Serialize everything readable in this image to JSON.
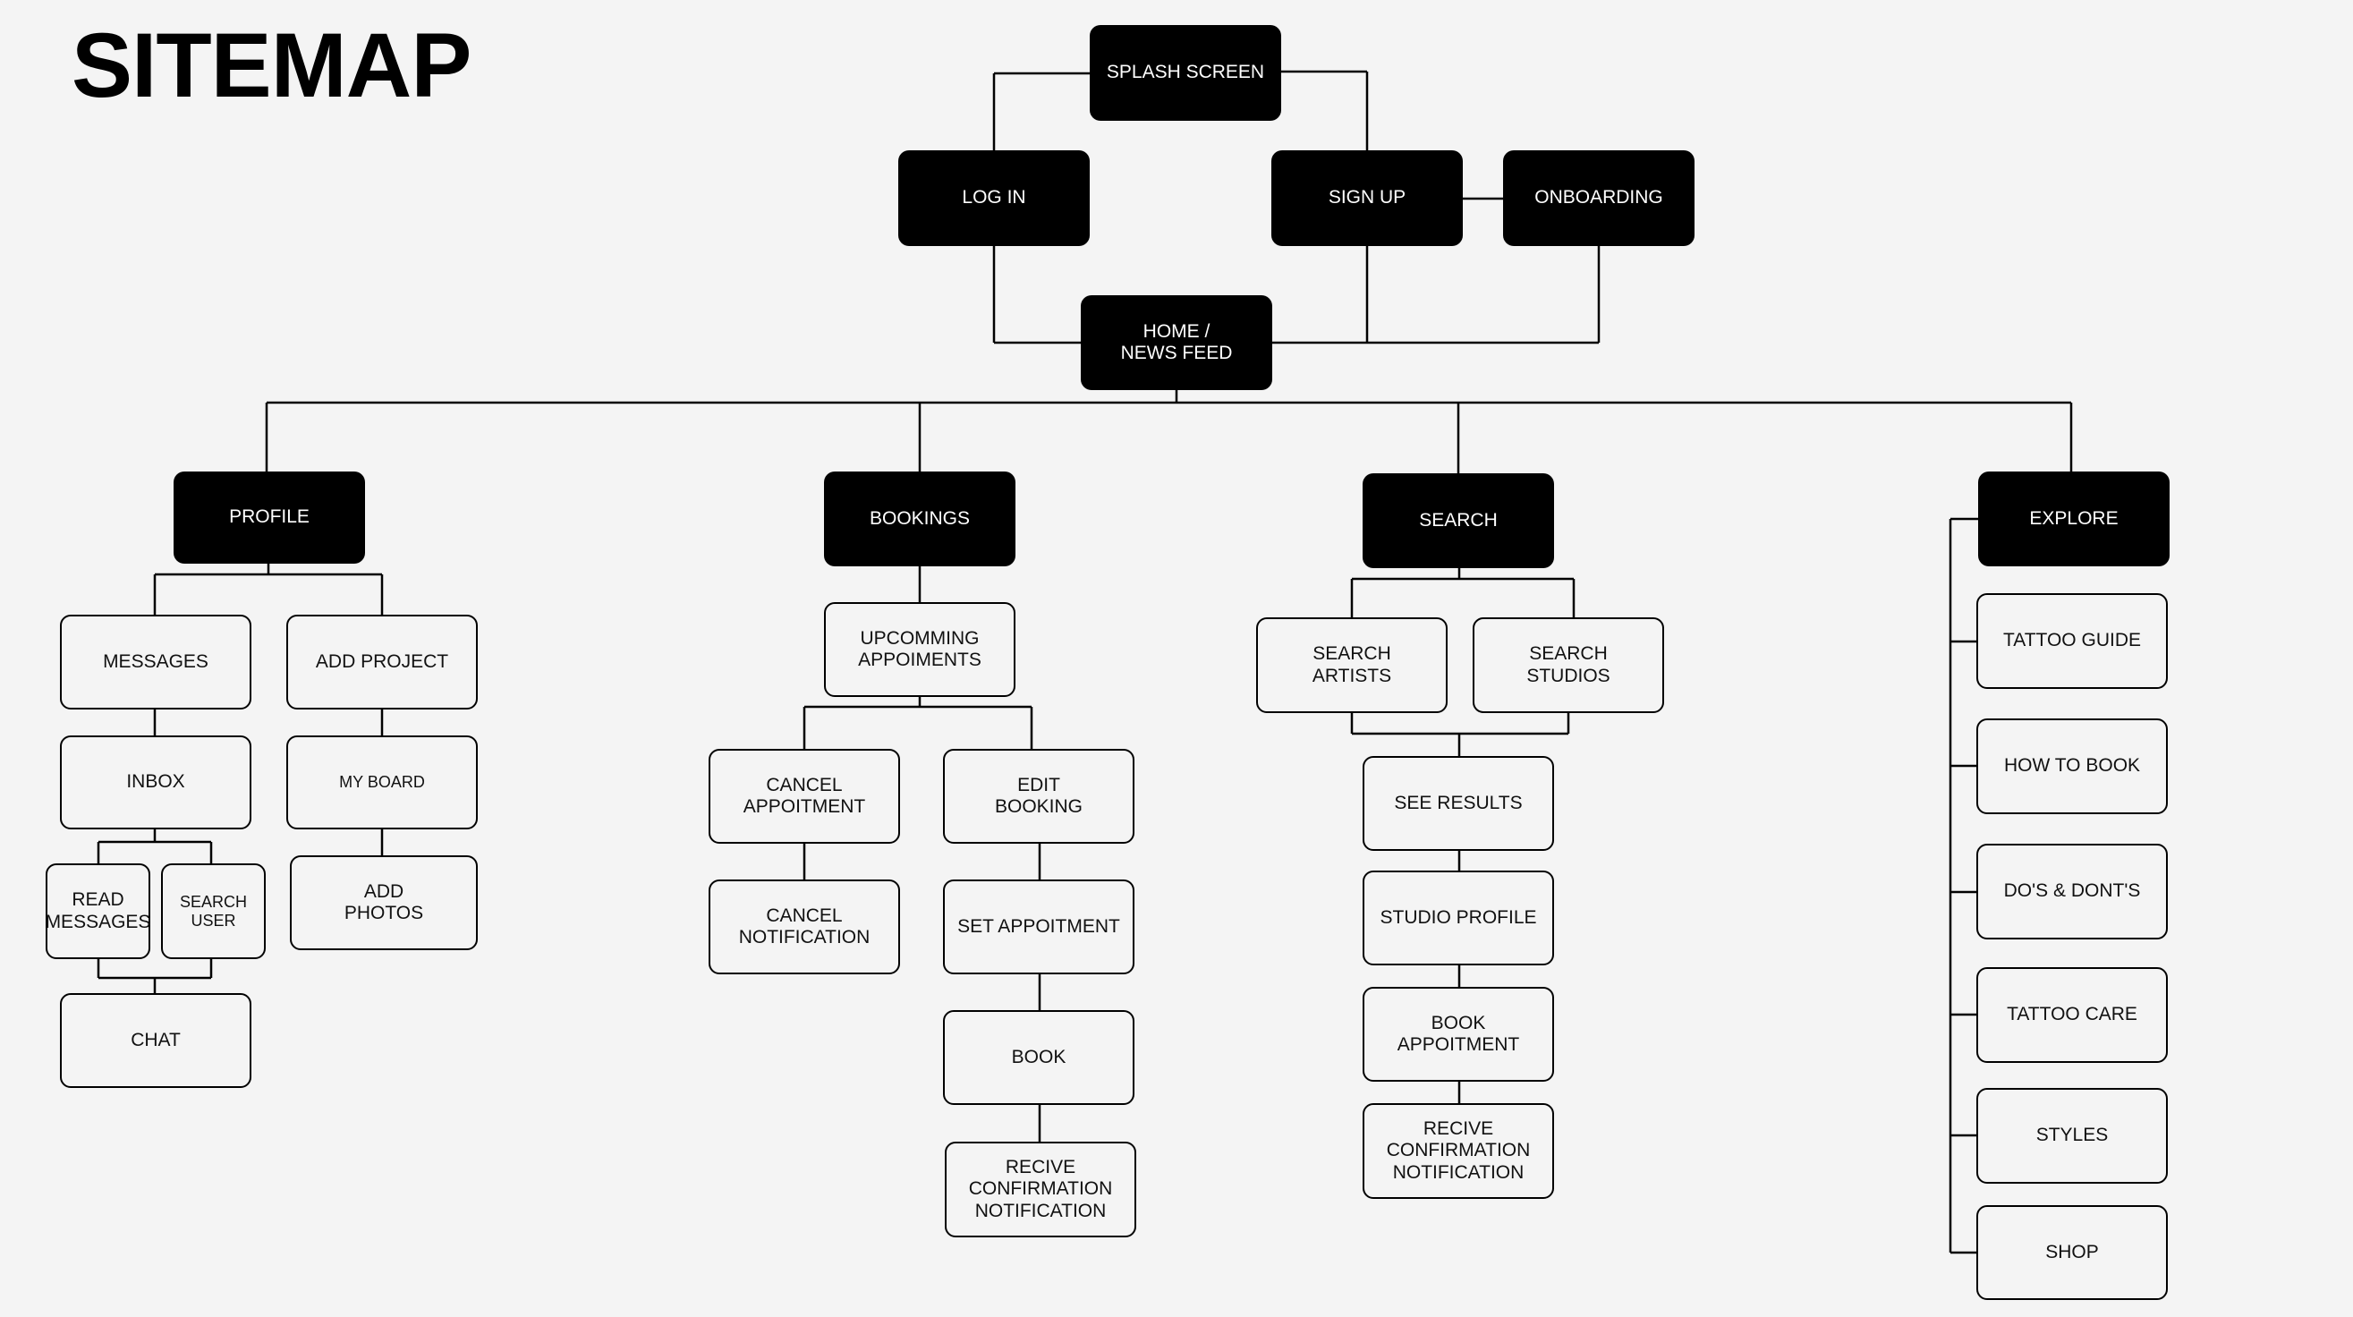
{
  "title": "SITEMAP",
  "colors": {
    "background": "#f4f4f4",
    "primary_node": "#000000",
    "secondary_node": "#f4f4f4",
    "line": "#000000"
  },
  "nodes": {
    "splash": "SPLASH SCREEN",
    "login": "LOG IN",
    "signup": "SIGN UP",
    "onboarding": "ONBOARDING",
    "home": "HOME /\nNEWS FEED",
    "profile": "PROFILE",
    "bookings": "BOOKINGS",
    "search": "SEARCH",
    "explore": "EXPLORE",
    "messages": "MESSAGES",
    "add_project": "ADD PROJECT",
    "inbox": "INBOX",
    "my_board": "MY BOARD",
    "read_messages": "READ\nMESSAGES",
    "search_user": "SEARCH\nUSER",
    "add_photos": "ADD\nPHOTOS",
    "chat": "CHAT",
    "upcoming": "UPCOMMING\nAPPOIMENTS",
    "cancel_appointment": "CANCEL\nAPPOITMENT",
    "edit_booking": "EDIT\nBOOKING",
    "cancel_notification": "CANCEL\nNOTIFICATION",
    "set_appointment": "SET APPOITMENT",
    "book": "BOOK",
    "receive_conf_bookings": "RECIVE\nCONFIRMATION\nNOTIFICATION",
    "search_artists": "SEARCH\nARTISTS",
    "search_studios": "SEARCH\nSTUDIOS",
    "see_results": "SEE RESULTS",
    "studio_profile": "STUDIO PROFILE",
    "book_appointment": "BOOK APPOITMENT",
    "receive_conf_search": "RECIVE\nCONFIRMATION\nNOTIFICATION",
    "tattoo_guide": "TATTOO GUIDE",
    "how_to_book": "HOW TO BOOK",
    "dos_donts": "DO'S & DONT'S",
    "tattoo_care": "TATTOO CARE",
    "styles": "STYLES",
    "shop": "SHOP"
  }
}
